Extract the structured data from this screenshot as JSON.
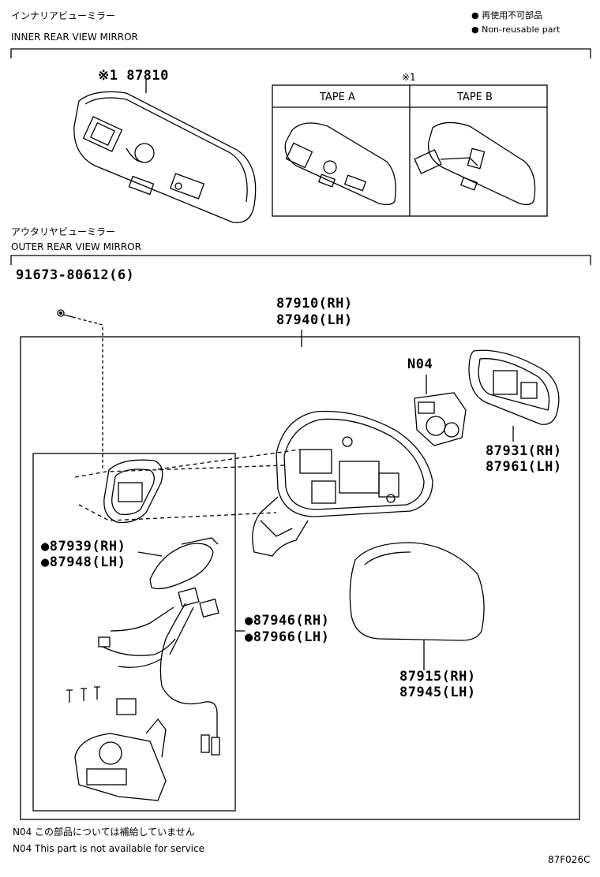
{
  "section_inner": {
    "title_jp": "インナリアビューミラー",
    "title_en": "INNER REAR VIEW MIRROR"
  },
  "section_outer": {
    "title_jp": "アウタリヤビューミラー",
    "title_en": "OUTER REAR VIEW MIRROR"
  },
  "legend": {
    "jp": "● 再使用不可部品",
    "en": "● Non-reusable part"
  },
  "parts": {
    "inner_mirror": "※1 87810",
    "tape_note": "※1",
    "tape_a": "TAPE A",
    "tape_b": "TAPE B",
    "screw": "91673-80612(6)",
    "mirror_assy_rh": "87910(RH)",
    "mirror_assy_lh": "87940(LH)",
    "n04": "N04",
    "glass_rh": "87931(RH)",
    "glass_lh": "87961(LH)",
    "lamp_rh": "●87939(RH)",
    "lamp_lh": "●87948(LH)",
    "harness_rh": "●87946(RH)",
    "harness_lh": "●87966(LH)",
    "cover_rh": "87915(RH)",
    "cover_lh": "87945(LH)"
  },
  "footnote": {
    "jp": "N04 この部品については補給していません",
    "en": "N04 This part is not available for service"
  },
  "diagram_code": "87F026C"
}
